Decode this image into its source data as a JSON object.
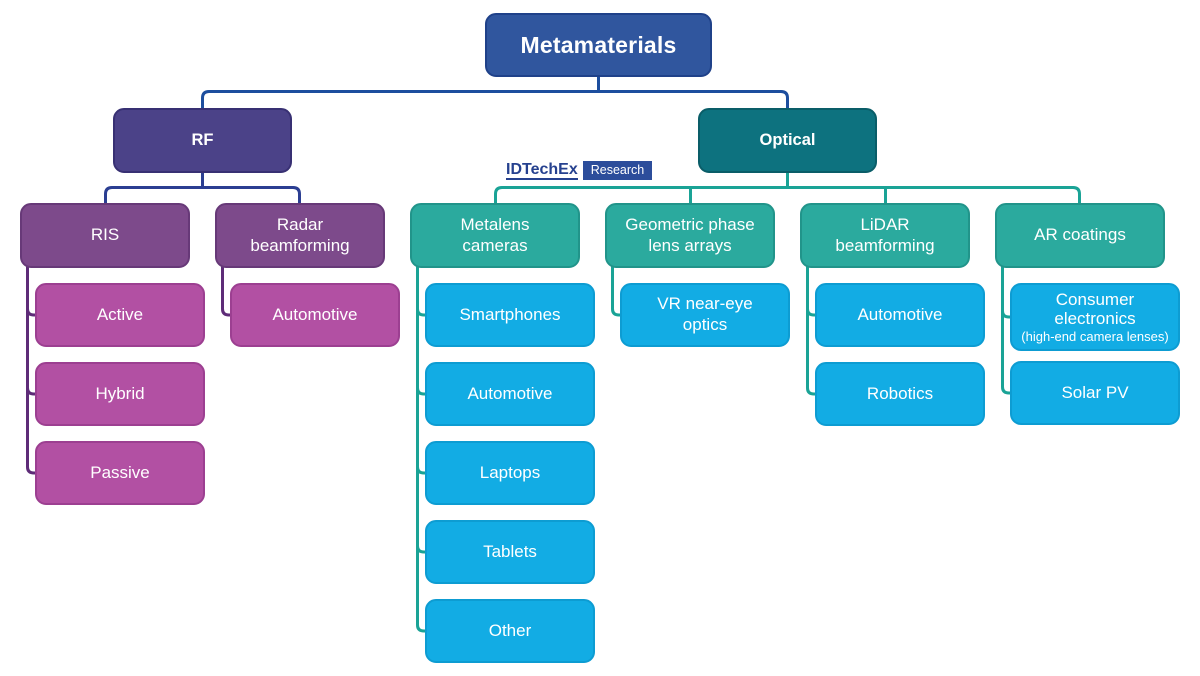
{
  "watermark": {
    "brand": "IDTechEx",
    "tag": "Research"
  },
  "colors": {
    "background": "#ffffff",
    "root_fill": "#30569e",
    "root_border": "#1f4189",
    "rf_fill": "#4b4288",
    "rf_border": "#383073",
    "optical_fill": "#0d727f",
    "optical_border": "#0a5d68",
    "purple_fill": "#7d4a8b",
    "purple_border": "#673978",
    "magenta_fill": "#b250a3",
    "magenta_border": "#9c3f91",
    "teal_fill": "#2baa9e",
    "teal_border": "#21948a",
    "cyan_fill": "#12ace4",
    "cyan_border": "#0d9cd2",
    "connector_blue": "#1d4e9e",
    "connector_navy": "#2b3e92",
    "connector_purple": "#5e2c78",
    "connector_teal": "#1aa396",
    "logo_text": "#26418f",
    "logo_badge_bg": "#2c4d9b"
  },
  "tree": {
    "root": {
      "lines": [
        "Metamaterials"
      ]
    },
    "rf": {
      "lines": [
        "RF"
      ],
      "ris": {
        "lines": [
          "RIS"
        ],
        "children": [
          {
            "lines": [
              "Active"
            ]
          },
          {
            "lines": [
              "Hybrid"
            ]
          },
          {
            "lines": [
              "Passive"
            ]
          }
        ]
      },
      "radar": {
        "lines": [
          "Radar",
          "beamforming"
        ],
        "children": [
          {
            "lines": [
              "Automotive"
            ]
          }
        ]
      }
    },
    "optical": {
      "lines": [
        "Optical"
      ],
      "metalens": {
        "lines": [
          "Metalens",
          "cameras"
        ],
        "children": [
          {
            "lines": [
              "Smartphones"
            ]
          },
          {
            "lines": [
              "Automotive"
            ]
          },
          {
            "lines": [
              "Laptops"
            ]
          },
          {
            "lines": [
              "Tablets"
            ]
          },
          {
            "lines": [
              "Other"
            ]
          }
        ]
      },
      "geometric": {
        "lines": [
          "Geometric phase",
          "lens arrays"
        ],
        "children": [
          {
            "lines": [
              "VR near-eye",
              "optics"
            ]
          }
        ]
      },
      "lidar": {
        "lines": [
          "LiDAR",
          "beamforming"
        ],
        "children": [
          {
            "lines": [
              "Automotive"
            ]
          },
          {
            "lines": [
              "Robotics"
            ]
          }
        ]
      },
      "ar": {
        "lines": [
          "AR coatings"
        ],
        "children": [
          {
            "lines": [
              "Consumer",
              "electronics"
            ],
            "note": "(high-end camera lenses)"
          },
          {
            "lines": [
              "Solar PV"
            ]
          }
        ]
      }
    }
  }
}
